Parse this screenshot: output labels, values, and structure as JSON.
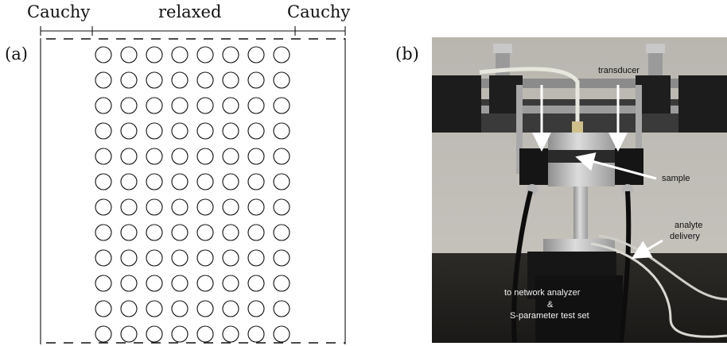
{
  "panel_a": {
    "label": "(a)",
    "region_labels": {
      "left": "Cauchy",
      "middle": "relaxed",
      "right": "Cauchy"
    },
    "grid": {
      "rows": 12,
      "columns": 8
    }
  },
  "panel_b": {
    "label": "(b)",
    "annotations": {
      "transducer": "transducer",
      "sample": "sample",
      "analyte_line1": "analyte",
      "analyte_line2": "delivery",
      "network_line1": "to network analyzer",
      "network_line2": "&",
      "network_line3": "S-parameter test set"
    }
  }
}
